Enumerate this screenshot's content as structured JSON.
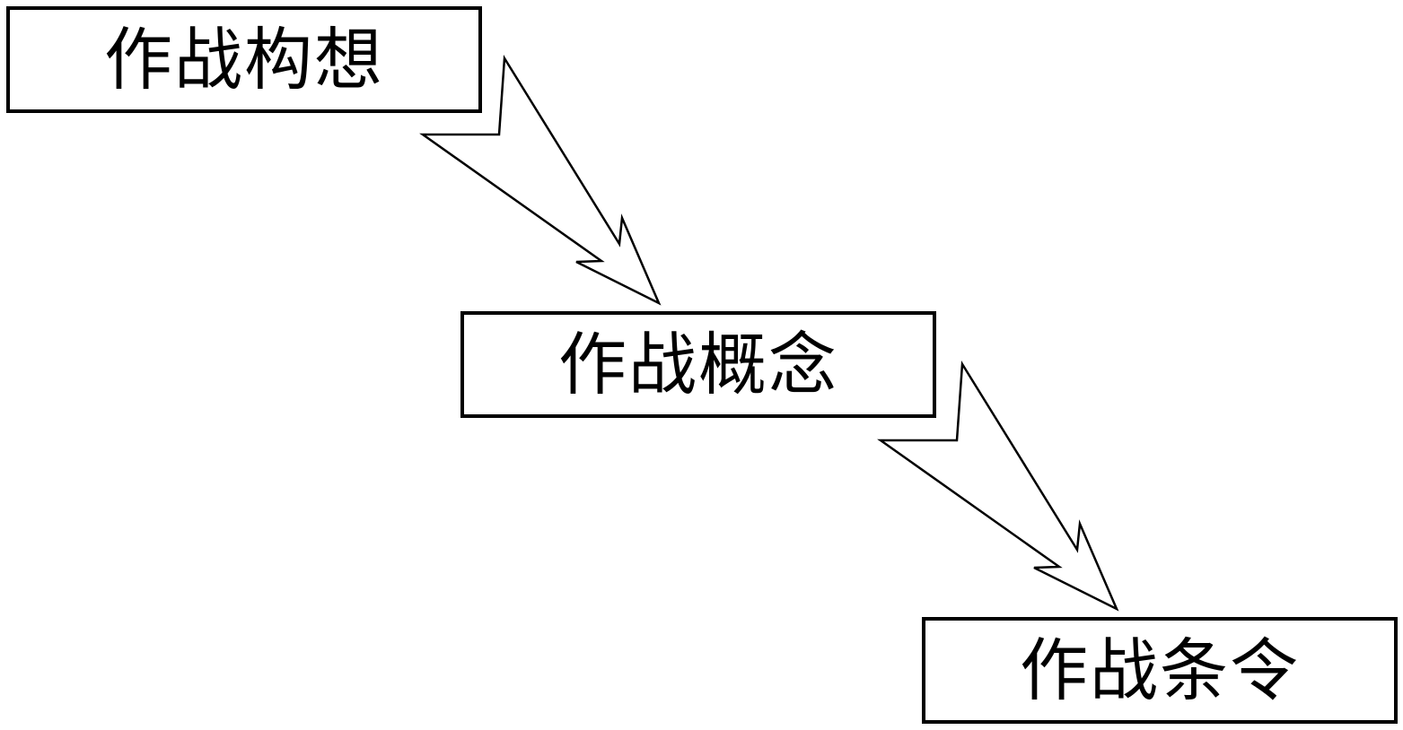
{
  "diagram": {
    "nodes": [
      {
        "id": "n1",
        "label": "作战构想"
      },
      {
        "id": "n2",
        "label": "作战概念"
      },
      {
        "id": "n3",
        "label": "作战条令"
      }
    ],
    "edges": [
      {
        "from": "n1",
        "to": "n2"
      },
      {
        "from": "n2",
        "to": "n3"
      }
    ],
    "colors": {
      "stroke": "#000000",
      "fill": "#ffffff"
    }
  }
}
